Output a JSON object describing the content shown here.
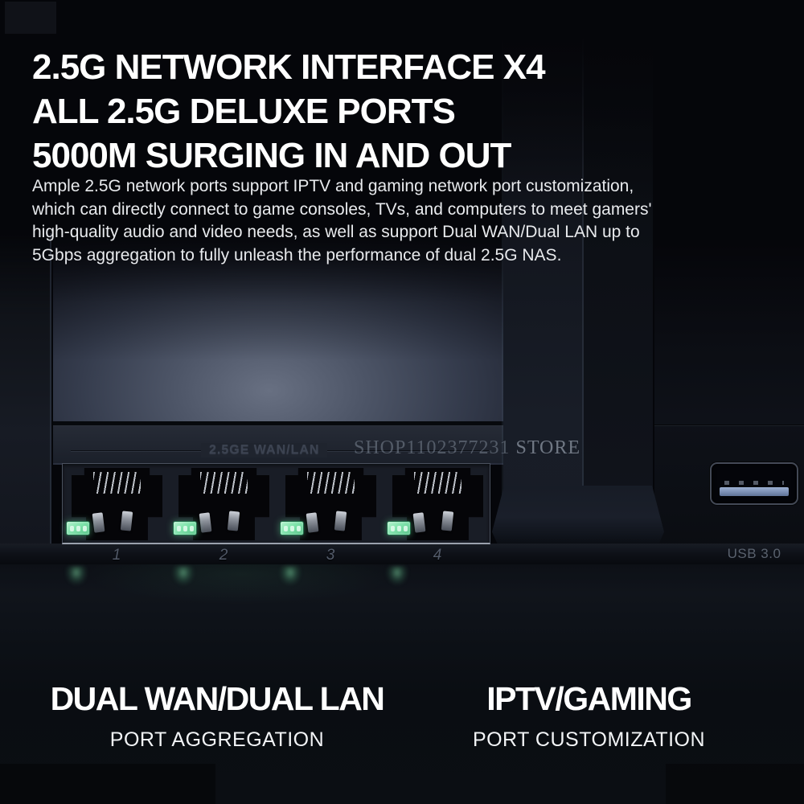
{
  "heading": {
    "line1": "2.5G NETWORK INTERFACE X4",
    "line2": "ALL 2.5G DELUXE PORTS",
    "line3": "5000M SURGING IN AND OUT"
  },
  "paragraph": "Ample 2.5G network ports support IPTV and gaming network port customization,\nwhich can directly connect to game consoles, TVs, and computers to meet gamers'\nhigh-quality audio and video needs, as well as support Dual WAN/Dual LAN up to\n5Gbps aggregation to fully unleash the performance of dual 2.5G NAS.",
  "device": {
    "panel_label": "2.5GE WAN/LAN",
    "watermark_part1": "SHOP1102377231 ",
    "watermark_part2": "STORE",
    "ports": [
      {
        "number": "1",
        "led": "on"
      },
      {
        "number": "2",
        "led": "on"
      },
      {
        "number": "3",
        "led": "on"
      },
      {
        "number": "4",
        "led": "on"
      }
    ],
    "usb_label": "USB 3.0"
  },
  "features": [
    {
      "title": "DUAL WAN/DUAL LAN",
      "subtitle": "PORT AGGREGATION"
    },
    {
      "title": "IPTV/GAMING",
      "subtitle": "PORT CUSTOMIZATION"
    }
  ],
  "colors": {
    "led_green": "#7fe3ab",
    "usb_blue": "#7b8fb4",
    "headline_white": "#ffffff",
    "background_dark": "#05060a"
  }
}
